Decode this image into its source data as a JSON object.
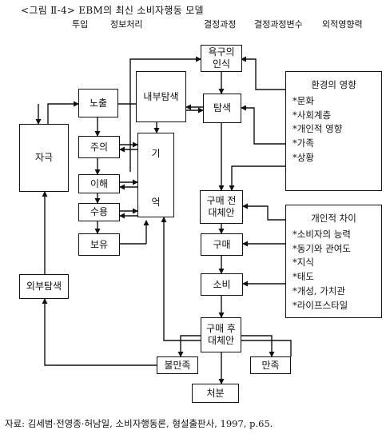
{
  "title": "<그림 Ⅱ-4> EBM의 최신 소비자행동 모델",
  "stages": [
    "투입",
    "정보처리",
    "결정과정",
    "결정과정변수",
    "외적영향력"
  ],
  "boxes": {
    "need_recognition": [
      "욕구의",
      "인식"
    ],
    "internal_search": "내부탐색",
    "search": "탐색",
    "exposure": "노출",
    "attention": "주의",
    "comprehension": "이해",
    "acceptance": "수용",
    "retention": "보유",
    "memory": [
      "기",
      "억"
    ],
    "stimulus": "자극",
    "pre_purchase_eval": [
      "구매 전",
      "대체안"
    ],
    "purchase": "구매",
    "consumption": "소비",
    "post_purchase_eval": [
      "구매 후",
      "대체안"
    ],
    "dissatisfaction": "불만족",
    "satisfaction": "만족",
    "disposal": "처분",
    "external_search": "외부탐색"
  },
  "environment_panel": {
    "title": "환경의 영향",
    "items": [
      "*문화",
      "*사회계층",
      "*개인적 영향",
      "*가족",
      "*상황"
    ]
  },
  "individual_panel": {
    "title": "개인적 차이",
    "items": [
      "*소비자의 능력",
      "*동기와 관여도",
      "*지식",
      "*태도",
      "*개성, 가치관",
      "*라이프스타일"
    ]
  },
  "source": "자료: 김세범·전영종·허남일, 소비자행동론, 형설출판사, 1997, p.65."
}
